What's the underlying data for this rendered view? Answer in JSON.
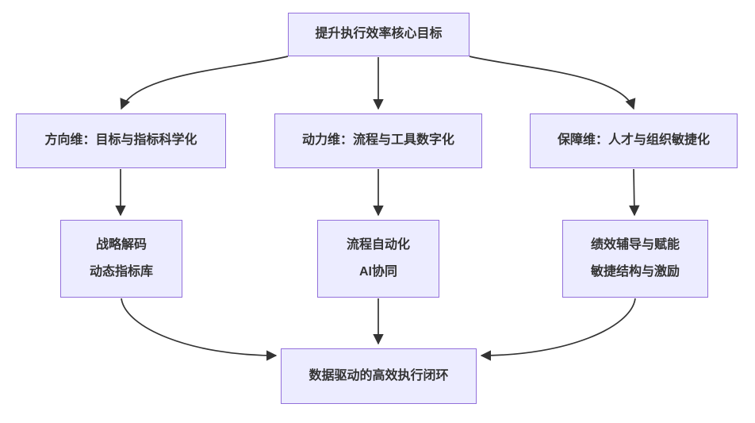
{
  "diagram": {
    "type": "flowchart",
    "colors": {
      "background": "#ffffff",
      "node-fill": "#ECECFF",
      "node-border": "#9370DB",
      "text-color": "#333333",
      "arrow-color": "#333333"
    },
    "nodes": {
      "goal": {
        "label": "提升执行效率核心目标"
      },
      "direction": {
        "label": "方向维：目标与指标科学化"
      },
      "power": {
        "label": "动力维：流程与工具数字化"
      },
      "support": {
        "label": "保障维：人才与组织敏捷化"
      },
      "direction_sub": {
        "lines": [
          "战略解码",
          "动态指标库"
        ]
      },
      "power_sub": {
        "lines": [
          "流程自动化",
          "AI协同"
        ]
      },
      "support_sub": {
        "lines": [
          "绩效辅导与赋能",
          "敏捷结构与激励"
        ]
      },
      "loop": {
        "label": "数据驱动的高效执行闭环"
      }
    },
    "edges": [
      {
        "from": "goal",
        "to": "direction"
      },
      {
        "from": "goal",
        "to": "power"
      },
      {
        "from": "goal",
        "to": "support"
      },
      {
        "from": "direction",
        "to": "direction_sub"
      },
      {
        "from": "power",
        "to": "power_sub"
      },
      {
        "from": "support",
        "to": "support_sub"
      },
      {
        "from": "direction_sub",
        "to": "loop"
      },
      {
        "from": "power_sub",
        "to": "loop"
      },
      {
        "from": "support_sub",
        "to": "loop"
      }
    ]
  }
}
